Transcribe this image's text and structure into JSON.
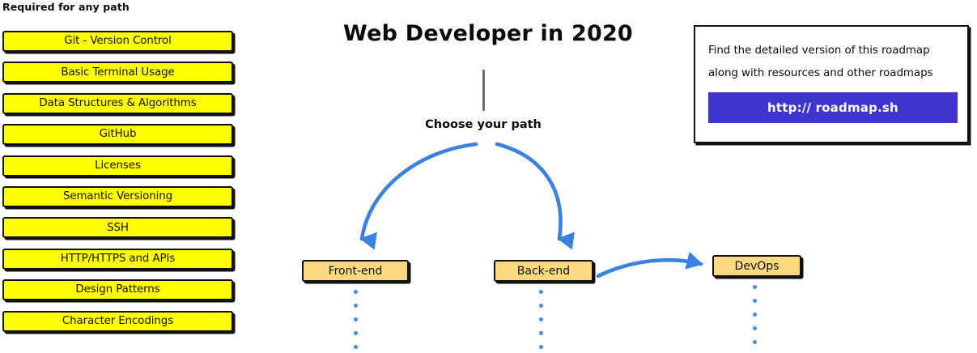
{
  "sidebar": {
    "heading": "Required for any path",
    "items": [
      {
        "label": "Git - Version Control"
      },
      {
        "label": "Basic Terminal Usage"
      },
      {
        "label": "Data Structures & Algorithms"
      },
      {
        "label": "GitHub"
      },
      {
        "label": "Licenses"
      },
      {
        "label": "Semantic Versioning"
      },
      {
        "label": "SSH"
      },
      {
        "label": "HTTP/HTTPS and APIs"
      },
      {
        "label": "Design Patterns"
      },
      {
        "label": "Character Encodings"
      }
    ]
  },
  "center": {
    "title": "Web Developer in 2020",
    "choose_path_label": "Choose your path",
    "paths": [
      {
        "label": "Front-end"
      },
      {
        "label": "Back-end"
      },
      {
        "label": "DevOps"
      }
    ]
  },
  "info_card": {
    "line1": "Find the detailed version of this roadmap",
    "line2": "along with resources and other roadmaps",
    "url_label": "http:// roadmap.sh"
  },
  "colors": {
    "required_box_fill": "#ffff00",
    "path_box_fill": "#fcd97f",
    "outline": "#111111",
    "arrow_blue": "#3b82e0",
    "dot_blue": "#4a90e2",
    "url_button_blue": "#3f35ce",
    "stem_gray": "#6d6d6d",
    "background": "#ffffff"
  }
}
